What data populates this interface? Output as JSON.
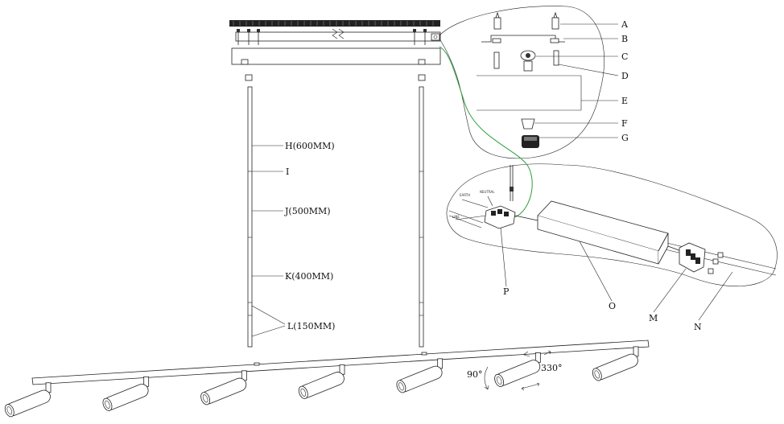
{
  "callouts": {
    "a": "A",
    "b": "B",
    "c": "C",
    "d": "D",
    "e": "E",
    "f": "F",
    "g": "G",
    "m": "M",
    "n": "N",
    "o": "O",
    "p": "P"
  },
  "rod_labels": {
    "h": "H(600MM)",
    "i": "I",
    "j": "J(500MM)",
    "k": "K(400MM)",
    "l": "L(150MM)"
  },
  "wiring_labels": {
    "earth": "EARTH",
    "neutral": "NEUTRAL",
    "line": "LINE"
  },
  "angles": {
    "tilt": "90°",
    "rotate": "330°"
  },
  "spotlight_count": 7,
  "colors": {
    "ground_wire": "#2e9e3e",
    "line_art": "#222222"
  }
}
